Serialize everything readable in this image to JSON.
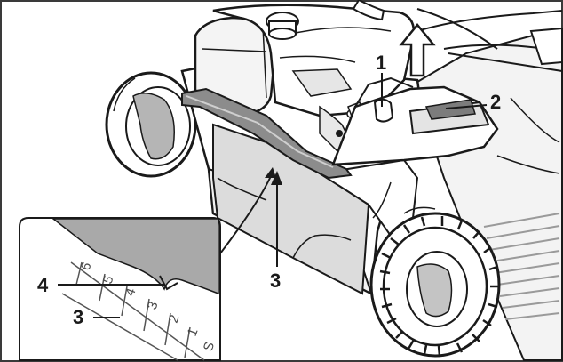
{
  "figure": {
    "colors": {
      "frame": "#3a3a3a",
      "line": "#1a1a1a",
      "shade_light": "#ececec",
      "shade_mid": "#d2d2d2",
      "shade_dark": "#9a9a9a",
      "handle_highlight": "#7c7c7c",
      "detail_shade": "#a9a9a9",
      "paper": "#ffffff"
    },
    "callouts": {
      "c1": "1",
      "c2": "2",
      "c3_main": "3",
      "c3_detail": "3",
      "c4": "4"
    },
    "detail_scale": {
      "numbers": [
        "6",
        "5",
        "4",
        "3",
        "2",
        "1"
      ],
      "end_mark": "S"
    },
    "icons": {
      "lift_arrow": "up-arrow-icon"
    }
  }
}
